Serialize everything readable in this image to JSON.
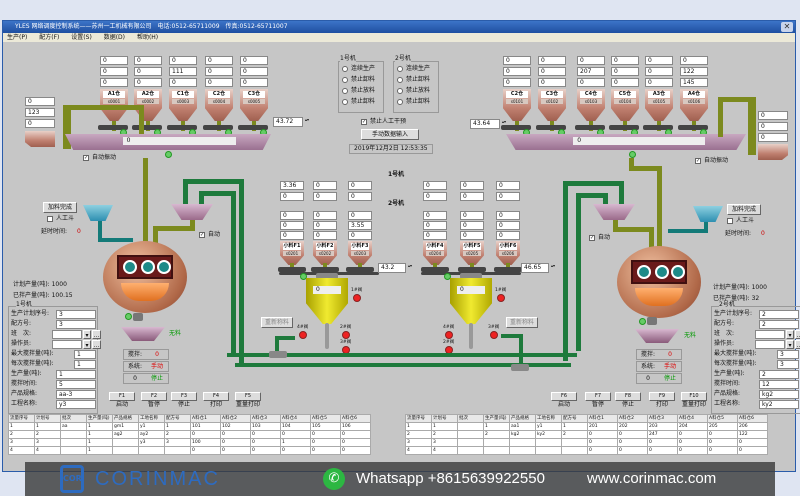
{
  "window": {
    "title": "YLES 网络调度控制系统——苏州一工机械有限公司　电话:0512-65711009　传真:0512-65711007",
    "close": "✕"
  },
  "menu": [
    "生产(P)",
    "配方(F)",
    "设置(S)",
    "数据(D)",
    "帮助(H)"
  ],
  "left_line": {
    "silos": [
      {
        "label": "A1仓",
        "sub": "s0001",
        "values": [
          "0",
          "0",
          "0"
        ]
      },
      {
        "label": "A2仓",
        "sub": "s0002",
        "values": [
          "0",
          "0",
          "0"
        ]
      },
      {
        "label": "C1仓",
        "sub": "s0003",
        "values": [
          "0",
          "111",
          "0"
        ]
      },
      {
        "label": "C2仓",
        "sub": "s0004",
        "values": [
          "0",
          "0",
          "0"
        ]
      },
      {
        "label": "C3仓",
        "sub": "s0005",
        "values": [
          "0",
          "0",
          "0"
        ]
      }
    ],
    "side_silo": {
      "values": [
        "0",
        "123",
        "0"
      ],
      "sub": "s0006"
    },
    "scale_value": "43.72",
    "conveyor_value": "0",
    "auto_vibrate": "自动振动",
    "add_done": "加料完成",
    "manual_bucket": "人工斗",
    "delay_label": "延时时间:",
    "delay_value": "0",
    "auto": "自动",
    "plan_output": "计划产量(吨): 1000",
    "mixed_output": "已拌产量(吨): 100.15",
    "group": "1号机",
    "fields": [
      {
        "label": "生产计划序号:",
        "value": "3"
      },
      {
        "label": "配方号:",
        "value": "3"
      },
      {
        "label": "班　次:",
        "value": ""
      },
      {
        "label": "操作员:",
        "value": ""
      },
      {
        "label": "最大搅拌量(吨):",
        "value": "1"
      },
      {
        "label": "每次搅拌量(吨):",
        "value": "1"
      },
      {
        "label": "生产量(吨):",
        "value": "1"
      },
      {
        "label": "搅拌时间:",
        "value": "5"
      },
      {
        "label": "产品规格:",
        "value": "aa-3"
      },
      {
        "label": "工程名称:",
        "value": "y3"
      }
    ],
    "discharge": "无料",
    "status": [
      {
        "k": "搅拌:",
        "v": "0"
      },
      {
        "k": "系统:",
        "v": "手动"
      },
      {
        "k": "0",
        "v": "停止"
      }
    ],
    "fkeys": [
      {
        "key": "F1",
        "label": "启动"
      },
      {
        "key": "F2",
        "label": "暂停"
      },
      {
        "key": "F3",
        "label": "停止"
      },
      {
        "key": "F4",
        "label": "打印"
      },
      {
        "key": "F5",
        "label": "重量打印"
      }
    ]
  },
  "right_line": {
    "silos": [
      {
        "label": "C2仓",
        "sub": "s0101",
        "values": [
          "0",
          "0",
          "0"
        ]
      },
      {
        "label": "C3仓",
        "sub": "s0102",
        "values": [
          "0",
          "0",
          "0"
        ]
      },
      {
        "label": "C4仓",
        "sub": "s0103",
        "values": [
          "0",
          "207",
          "0"
        ]
      },
      {
        "label": "C5仓",
        "sub": "s0104",
        "values": [
          "0",
          "0",
          "0"
        ]
      },
      {
        "label": "A3仓",
        "sub": "s0105",
        "values": [
          "0",
          "0",
          "0"
        ]
      },
      {
        "label": "A4仓",
        "sub": "s0106",
        "values": [
          "0",
          "122",
          "145"
        ]
      }
    ],
    "side_silo": {
      "values": [
        "0",
        "0",
        "0"
      ],
      "sub": "s0107"
    },
    "scale_value": "43.64",
    "conveyor_value": "0",
    "auto_vibrate": "自动振动",
    "add_done": "加料完成",
    "manual_bucket": "人工斗",
    "delay_label": "延时时间:",
    "delay_value": "0",
    "auto": "自动",
    "plan_output": "计划产量(吨): 1000",
    "mixed_output": "已拌产量(吨): 32",
    "group": "2号机",
    "fields": [
      {
        "label": "生产计划序号:",
        "value": "2"
      },
      {
        "label": "配方号:",
        "value": "2"
      },
      {
        "label": "班　次:",
        "value": ""
      },
      {
        "label": "操作员:",
        "value": ""
      },
      {
        "label": "最大搅拌量(吨):",
        "value": "3"
      },
      {
        "label": "每次搅拌量(吨):",
        "value": "3"
      },
      {
        "label": "生产量(吨):",
        "value": "2"
      },
      {
        "label": "搅拌时间:",
        "value": "12"
      },
      {
        "label": "产品规格:",
        "value": "kg2"
      },
      {
        "label": "工程名称:",
        "value": "ky2"
      }
    ],
    "discharge": "无料",
    "status": [
      {
        "k": "搅拌:",
        "v": "0"
      },
      {
        "k": "系统:",
        "v": "手动"
      },
      {
        "k": "0",
        "v": "停止"
      }
    ],
    "fkeys": [
      {
        "key": "F6",
        "label": "启动"
      },
      {
        "key": "F7",
        "label": "暂停"
      },
      {
        "key": "F8",
        "label": "停止"
      },
      {
        "key": "F9",
        "label": "打印"
      },
      {
        "key": "F10",
        "label": "重量打印"
      }
    ]
  },
  "center": {
    "machine1": {
      "title": "1号机",
      "options": [
        "连续生产",
        "禁止卸料",
        "禁止放料",
        "禁止卸料"
      ]
    },
    "machine2": {
      "title": "2号机",
      "options": [
        "连续生产",
        "禁止卸料",
        "禁止放料",
        "禁止卸料"
      ]
    },
    "no_manual": "禁止人工干预",
    "manual_input": "手动数据输入",
    "datetime": "2019年12月2日 12:53:35",
    "label1": "1号机",
    "label2": "2号机",
    "top_boxes": [
      [
        "3.36",
        "0"
      ],
      [
        "0",
        "0"
      ],
      [
        "0",
        "0"
      ],
      [
        "0",
        "0"
      ],
      [
        "0",
        "0"
      ],
      [
        "0",
        "0"
      ]
    ],
    "small_silos": [
      {
        "label": "小料F1",
        "sub": "s0201",
        "values": [
          "0",
          "0",
          "0"
        ]
      },
      {
        "label": "小料F2",
        "sub": "s0202",
        "values": [
          "0",
          "0",
          "0"
        ]
      },
      {
        "label": "小料F3",
        "sub": "s0203",
        "values": [
          "0",
          "3.55",
          "0"
        ]
      },
      {
        "label": "小料F4",
        "sub": "s0204",
        "values": [
          "0",
          "0",
          "0"
        ]
      },
      {
        "label": "小料F5",
        "sub": "s0205",
        "values": [
          "0",
          "0",
          "0"
        ]
      },
      {
        "label": "小料F6",
        "sub": "s0206",
        "values": [
          "0",
          "0",
          "0"
        ]
      }
    ],
    "scale1": "43.2",
    "scale2": "46.65",
    "mixer1_value": "0",
    "mixer2_value": "0",
    "reweigh": "重新称料",
    "valves1": [
      "1#阀",
      "4#阀",
      "2#阀",
      "3#阀"
    ],
    "valves2": [
      "1#阀",
      "4#阀",
      "2#阀",
      "3#阀"
    ]
  },
  "table_left": {
    "headers": [
      "流量序号",
      "计划号",
      "批次",
      "生产量(吨)",
      "产品规格",
      "工地名称",
      "配方号",
      "A料仓1",
      "A料仓2",
      "A料仓3",
      "A料仓4",
      "A料仓5",
      "A料仓6"
    ],
    "rows": [
      [
        "1",
        "1",
        "aa",
        "1",
        "gm1",
        "y1",
        "1",
        "101",
        "102",
        "103",
        "104",
        "105",
        "106"
      ],
      [
        "2",
        "2",
        "",
        "1",
        "ag2",
        "ay2",
        "2",
        "0",
        "0",
        "0",
        "0",
        "0",
        "0"
      ],
      [
        "3",
        "3",
        "",
        "1",
        "",
        "y3",
        "3",
        "100",
        "0",
        "0",
        "1",
        "0",
        "0"
      ],
      [
        "4",
        "4",
        "",
        "1",
        "",
        "",
        "",
        "0",
        "0",
        "0",
        "0",
        "0",
        "0"
      ]
    ]
  },
  "table_right": {
    "headers": [
      "流量序号",
      "计划号",
      "批次",
      "生产量(吨)",
      "产品规格",
      "工地名称",
      "配方号",
      "A料仓1",
      "A料仓2",
      "A料仓3",
      "A料仓4",
      "A料仓5",
      "A料仓6"
    ],
    "rows": [
      [
        "1",
        "1",
        "",
        "1",
        "aa1",
        "y1",
        "1",
        "201",
        "202",
        "203",
        "204",
        "205",
        "206"
      ],
      [
        "2",
        "2",
        "",
        "2",
        "kg2",
        "ky2",
        "2",
        "0",
        "0",
        "247",
        "0",
        "0",
        "122"
      ],
      [
        "3",
        "3",
        "",
        "",
        "",
        "",
        "",
        "0",
        "0",
        "0",
        "0",
        "0",
        "0"
      ],
      [
        "4",
        "4",
        "",
        "",
        "",
        "",
        "",
        "0",
        "0",
        "0",
        "0",
        "0",
        "0"
      ]
    ]
  },
  "overlay": {
    "logo": "COR",
    "brand": "CORINMAC",
    "whatsapp": "Whatsapp +8615639922550",
    "website": "www.corinmac.com"
  },
  "colors": {
    "green_pipe": "#1e7a3c",
    "olive_pipe": "#7c8a1e",
    "title_bar": "#1f4fa0"
  }
}
